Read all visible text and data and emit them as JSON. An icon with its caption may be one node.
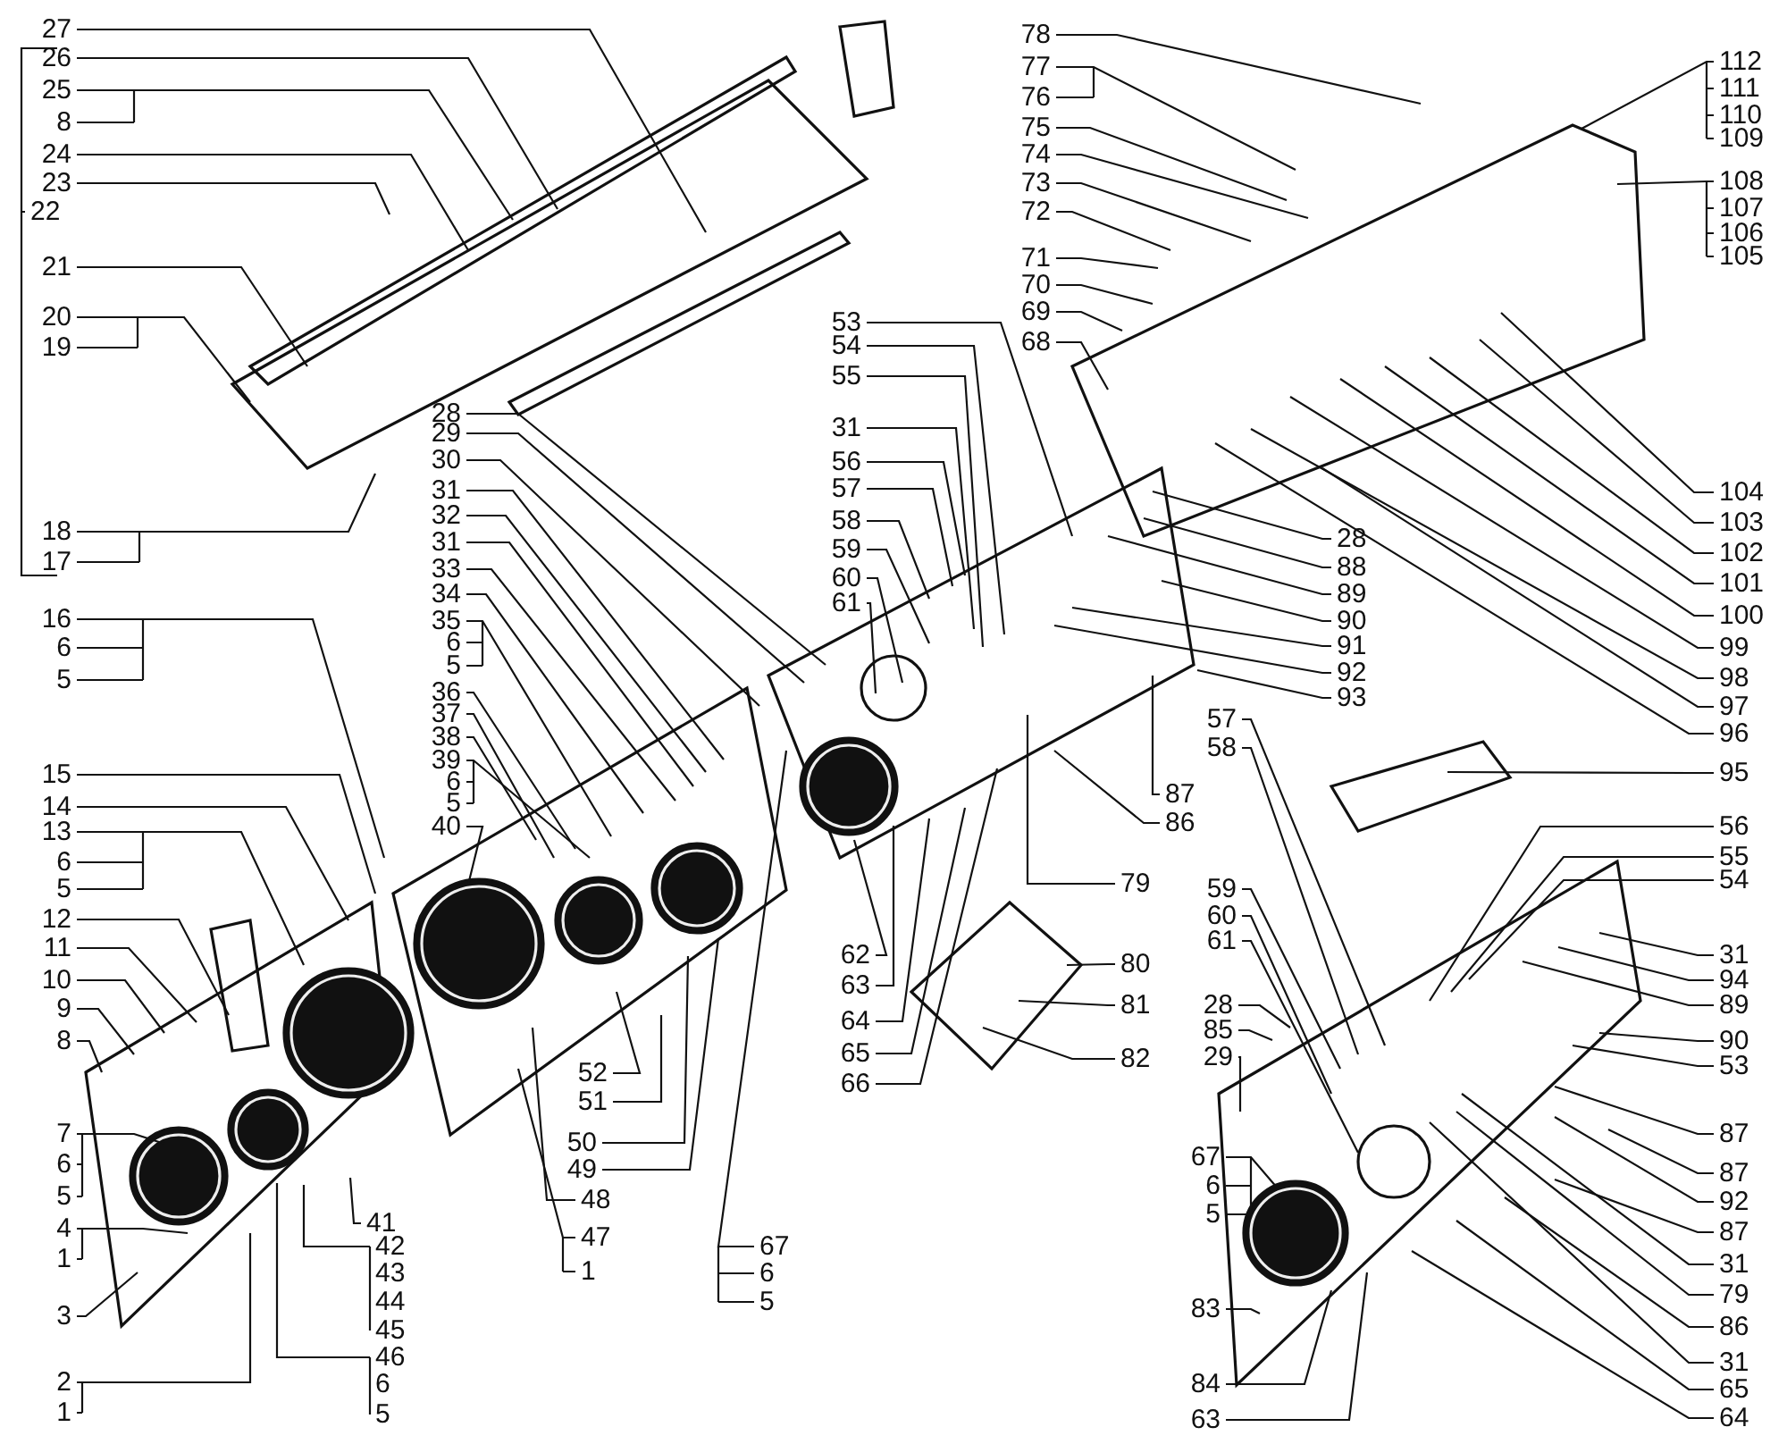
{
  "diagram": {
    "nodes": [
      {
        "text": [
          "27"
        ]
      },
      {
        "text": [
          "26"
        ]
      },
      {
        "text": [
          "25"
        ]
      },
      {
        "text": [
          "24"
        ]
      },
      {
        "text": [
          "23"
        ]
      },
      {
        "text": [
          "21"
        ]
      },
      {
        "text": [
          "20"
        ]
      },
      {
        "text": [
          "18"
        ]
      },
      {
        "text": [
          "16"
        ]
      },
      {
        "text": [
          "15"
        ]
      },
      {
        "text": [
          "14"
        ]
      },
      {
        "text": [
          "13"
        ]
      },
      {
        "text": [
          "12"
        ]
      },
      {
        "text": [
          "11"
        ]
      },
      {
        "text": [
          "10"
        ]
      },
      {
        "text": [
          "9"
        ]
      },
      {
        "text": [
          "8"
        ]
      },
      {
        "text": [
          "7"
        ]
      },
      {
        "text": [
          "4"
        ]
      },
      {
        "text": [
          "3"
        ]
      },
      {
        "text": [
          "2"
        ]
      },
      {
        "text": [
          "41"
        ]
      },
      {
        "text": [
          "42"
        ]
      },
      {
        "text": [
          "46"
        ]
      },
      {
        "text": [
          "28"
        ]
      },
      {
        "text": [
          "29"
        ]
      },
      {
        "text": [
          "30"
        ]
      },
      {
        "text": [
          "31"
        ]
      },
      {
        "text": [
          "32"
        ]
      },
      {
        "text": [
          "31"
        ]
      },
      {
        "text": [
          "33"
        ]
      },
      {
        "text": [
          "34"
        ]
      },
      {
        "text": [
          "35"
        ]
      },
      {
        "text": [
          "36"
        ]
      },
      {
        "text": [
          "37"
        ]
      },
      {
        "text": [
          "38"
        ]
      },
      {
        "text": [
          "39"
        ]
      },
      {
        "text": [
          "40"
        ]
      },
      {
        "text": [
          "47"
        ]
      },
      {
        "text": [
          "48"
        ]
      },
      {
        "text": [
          "49"
        ]
      },
      {
        "text": [
          "50"
        ]
      },
      {
        "text": [
          "51"
        ]
      },
      {
        "text": [
          "52"
        ]
      },
      {
        "text": [
          "53"
        ]
      },
      {
        "text": [
          "54"
        ]
      },
      {
        "text": [
          "55"
        ]
      },
      {
        "text": [
          "31"
        ]
      },
      {
        "text": [
          "56"
        ]
      },
      {
        "text": [
          "57"
        ]
      },
      {
        "text": [
          "58"
        ]
      },
      {
        "text": [
          "59"
        ]
      },
      {
        "text": [
          "60"
        ]
      },
      {
        "text": [
          "61"
        ]
      },
      {
        "text": [
          "62"
        ]
      },
      {
        "text": [
          "63"
        ]
      },
      {
        "text": [
          "64"
        ]
      },
      {
        "text": [
          "65"
        ]
      },
      {
        "text": [
          "66"
        ]
      },
      {
        "text": [
          "67"
        ]
      },
      {
        "text": [
          "78"
        ]
      },
      {
        "text": [
          "77"
        ]
      },
      {
        "text": [
          "75"
        ]
      },
      {
        "text": [
          "74"
        ]
      },
      {
        "text": [
          "73"
        ]
      },
      {
        "text": [
          "72"
        ]
      },
      {
        "text": [
          "71"
        ]
      },
      {
        "text": [
          "70"
        ]
      },
      {
        "text": [
          "69"
        ]
      },
      {
        "text": [
          "68"
        ]
      },
      {
        "text": [
          "112"
        ]
      },
      {
        "text": [
          "108"
        ]
      },
      {
        "text": [
          "104"
        ]
      },
      {
        "text": [
          "103"
        ]
      },
      {
        "text": [
          "102"
        ]
      },
      {
        "text": [
          "101"
        ]
      },
      {
        "text": [
          "100"
        ]
      },
      {
        "text": [
          "99"
        ]
      },
      {
        "text": [
          "98"
        ]
      },
      {
        "text": [
          "97"
        ]
      },
      {
        "text": [
          "96"
        ]
      },
      {
        "text": [
          "95"
        ]
      },
      {
        "text": [
          "28"
        ]
      },
      {
        "text": [
          "88"
        ]
      },
      {
        "text": [
          "89"
        ]
      },
      {
        "text": [
          "90"
        ]
      },
      {
        "text": [
          "91"
        ]
      },
      {
        "text": [
          "92"
        ]
      },
      {
        "text": [
          "93"
        ]
      },
      {
        "text": [
          "87"
        ]
      },
      {
        "text": [
          "86"
        ]
      },
      {
        "text": [
          "79"
        ]
      },
      {
        "text": [
          "80"
        ]
      },
      {
        "text": [
          "81"
        ]
      },
      {
        "text": [
          "82"
        ]
      },
      {
        "text": [
          "57"
        ]
      },
      {
        "text": [
          "58"
        ]
      },
      {
        "text": [
          "59"
        ]
      },
      {
        "text": [
          "60"
        ]
      },
      {
        "text": [
          "61"
        ]
      },
      {
        "text": [
          "28"
        ]
      },
      {
        "text": [
          "85"
        ]
      },
      {
        "text": [
          "29"
        ]
      },
      {
        "text": [
          "67"
        ]
      },
      {
        "text": [
          "83"
        ]
      },
      {
        "text": [
          "84"
        ]
      },
      {
        "text": [
          "63"
        ]
      },
      {
        "text": [
          "56"
        ]
      },
      {
        "text": [
          "55"
        ]
      },
      {
        "text": [
          "54"
        ]
      },
      {
        "text": [
          "31"
        ]
      },
      {
        "text": [
          "94"
        ]
      },
      {
        "text": [
          "89"
        ]
      },
      {
        "text": [
          "90"
        ]
      },
      {
        "text": [
          "53"
        ]
      },
      {
        "text": [
          "87"
        ]
      },
      {
        "text": [
          "87"
        ]
      },
      {
        "text": [
          "92"
        ]
      },
      {
        "text": [
          "87"
        ]
      },
      {
        "text": [
          "31"
        ]
      },
      {
        "text": [
          "79"
        ]
      },
      {
        "text": [
          "86"
        ]
      },
      {
        "text": [
          "31"
        ]
      },
      {
        "text": [
          "65"
        ]
      },
      {
        "text": [
          "64"
        ]
      }
    ],
    "edges": [
      {
        "from": 0,
        "to": null,
        "arrow": "none"
      },
      {
        "from": 1,
        "to": null,
        "arrow": "none"
      },
      {
        "from": 2,
        "to": null,
        "arrow": "none"
      },
      {
        "from": 3,
        "to": null,
        "arrow": "none"
      },
      {
        "from": 4,
        "to": null,
        "arrow": "none"
      },
      {
        "from": 5,
        "to": null,
        "arrow": "none"
      },
      {
        "from": 6,
        "to": null,
        "arrow": "none"
      },
      {
        "from": 7,
        "to": null,
        "arrow": "none"
      },
      {
        "from": 8,
        "to": null,
        "arrow": "none"
      },
      {
        "from": 9,
        "to": null,
        "arrow": "none"
      },
      {
        "from": 10,
        "to": null,
        "arrow": "none"
      },
      {
        "from": 11,
        "to": null,
        "arrow": "none"
      },
      {
        "from": 12,
        "to": null,
        "arrow": "none"
      },
      {
        "from": 13,
        "to": null,
        "arrow": "none"
      },
      {
        "from": 14,
        "to": null,
        "arrow": "none"
      },
      {
        "from": 15,
        "to": null,
        "arrow": "none"
      },
      {
        "from": 16,
        "to": null,
        "arrow": "none"
      },
      {
        "from": 17,
        "to": null,
        "arrow": "none"
      },
      {
        "from": 18,
        "to": null,
        "arrow": "none"
      },
      {
        "from": 19,
        "to": null,
        "arrow": "none"
      },
      {
        "from": 20,
        "to": null,
        "arrow": "none"
      },
      {
        "from": 21,
        "to": null,
        "arrow": "none"
      },
      {
        "from": 22,
        "to": null,
        "arrow": "none"
      },
      {
        "from": 23,
        "to": null,
        "arrow": "none"
      },
      {
        "from": 24,
        "to": null,
        "arrow": "none"
      },
      {
        "from": 25,
        "to": null,
        "arrow": "none"
      },
      {
        "from": 26,
        "to": null,
        "arrow": "none"
      },
      {
        "from": 27,
        "to": null,
        "arrow": "none"
      },
      {
        "from": 28,
        "to": null,
        "arrow": "none"
      },
      {
        "from": 29,
        "to": null,
        "arrow": "none"
      },
      {
        "from": 30,
        "to": null,
        "arrow": "none"
      },
      {
        "from": 31,
        "to": null,
        "arrow": "none"
      },
      {
        "from": 32,
        "to": null,
        "arrow": "none"
      },
      {
        "from": 33,
        "to": null,
        "arrow": "none"
      },
      {
        "from": 34,
        "to": null,
        "arrow": "none"
      },
      {
        "from": 35,
        "to": null,
        "arrow": "none"
      },
      {
        "from": 36,
        "to": null,
        "arrow": "none"
      },
      {
        "from": 37,
        "to": null,
        "arrow": "none"
      },
      {
        "from": 38,
        "to": null,
        "arrow": "none"
      },
      {
        "from": 39,
        "to": null,
        "arrow": "none"
      },
      {
        "from": 40,
        "to": null,
        "arrow": "none"
      },
      {
        "from": 41,
        "to": null,
        "arrow": "none"
      },
      {
        "from": 42,
        "to": null,
        "arrow": "none"
      },
      {
        "from": 43,
        "to": null,
        "arrow": "none"
      },
      {
        "from": 44,
        "to": null,
        "arrow": "none"
      },
      {
        "from": 45,
        "to": null,
        "arrow": "none"
      },
      {
        "from": 46,
        "to": null,
        "arrow": "none"
      },
      {
        "from": 47,
        "to": null,
        "arrow": "none"
      },
      {
        "from": 48,
        "to": null,
        "arrow": "none"
      },
      {
        "from": 49,
        "to": null,
        "arrow": "none"
      },
      {
        "from": 50,
        "to": null,
        "arrow": "none"
      },
      {
        "from": 51,
        "to": null,
        "arrow": "none"
      },
      {
        "from": 52,
        "to": null,
        "arrow": "none"
      },
      {
        "from": 53,
        "to": null,
        "arrow": "none"
      },
      {
        "from": 54,
        "to": null,
        "arrow": "none"
      },
      {
        "from": 55,
        "to": null,
        "arrow": "none"
      },
      {
        "from": 56,
        "to": null,
        "arrow": "none"
      },
      {
        "from": 57,
        "to": null,
        "arrow": "none"
      },
      {
        "from": 58,
        "to": null,
        "arrow": "none"
      },
      {
        "from": 59,
        "to": null,
        "arrow": "none"
      },
      {
        "from": 60,
        "to": null,
        "arrow": "none"
      },
      {
        "from": 61,
        "to": null,
        "arrow": "none"
      },
      {
        "from": 62,
        "to": null,
        "arrow": "none"
      },
      {
        "from": 63,
        "to": null,
        "arrow": "none"
      },
      {
        "from": 64,
        "to": null,
        "arrow": "none"
      },
      {
        "from": 65,
        "to": null,
        "arrow": "none"
      },
      {
        "from": 66,
        "to": null,
        "arrow": "none"
      },
      {
        "from": 67,
        "to": null,
        "arrow": "none"
      },
      {
        "from": 68,
        "to": null,
        "arrow": "none"
      },
      {
        "from": 69,
        "to": null,
        "arrow": "none"
      },
      {
        "from": 70,
        "to": null,
        "arrow": "none"
      },
      {
        "from": 71,
        "to": null,
        "arrow": "none"
      },
      {
        "from": 72,
        "to": null,
        "arrow": "none"
      },
      {
        "from": 73,
        "to": null,
        "arrow": "none"
      },
      {
        "from": 74,
        "to": null,
        "arrow": "none"
      },
      {
        "from": 75,
        "to": null,
        "arrow": "none"
      },
      {
        "from": 76,
        "to": null,
        "arrow": "none"
      },
      {
        "from": 77,
        "to": null,
        "arrow": "none"
      },
      {
        "from": 78,
        "to": null,
        "arrow": "none"
      },
      {
        "from": 79,
        "to": null,
        "arrow": "none"
      },
      {
        "from": 80,
        "to": null,
        "arrow": "none"
      },
      {
        "from": 81,
        "to": null,
        "arrow": "none"
      },
      {
        "from": 82,
        "to": null,
        "arrow": "none"
      },
      {
        "from": 83,
        "to": null,
        "arrow": "none"
      },
      {
        "from": 84,
        "to": null,
        "arrow": "none"
      },
      {
        "from": 85,
        "to": null,
        "arrow": "none"
      },
      {
        "from": 86,
        "to": null,
        "arrow": "none"
      },
      {
        "from": 87,
        "to": null,
        "arrow": "none"
      },
      {
        "from": 88,
        "to": null,
        "arrow": "none"
      },
      {
        "from": 89,
        "to": null,
        "arrow": "none"
      },
      {
        "from": 90,
        "to": null,
        "arrow": "none"
      },
      {
        "from": 91,
        "to": null,
        "arrow": "none"
      },
      {
        "from": 92,
        "to": null,
        "arrow": "none"
      },
      {
        "from": 93,
        "to": null,
        "arrow": "none"
      },
      {
        "from": 94,
        "to": null,
        "arrow": "none"
      },
      {
        "from": 95,
        "to": null,
        "arrow": "none"
      },
      {
        "from": 96,
        "to": null,
        "arrow": "none"
      },
      {
        "from": 97,
        "to": null,
        "arrow": "none"
      },
      {
        "from": 98,
        "to": null,
        "arrow": "none"
      },
      {
        "from": 99,
        "to": null,
        "arrow": "none"
      },
      {
        "from": 100,
        "to": null,
        "arrow": "none"
      },
      {
        "from": 101,
        "to": null,
        "arrow": "none"
      },
      {
        "from": 102,
        "to": null,
        "arrow": "none"
      },
      {
        "from": 103,
        "to": null,
        "arrow": "none"
      },
      {
        "from": 104,
        "to": null,
        "arrow": "none"
      },
      {
        "from": 105,
        "to": null,
        "arrow": "none"
      },
      {
        "from": 106,
        "to": null,
        "arrow": "none"
      },
      {
        "from": 107,
        "to": null,
        "arrow": "none"
      },
      {
        "from": 108,
        "to": null,
        "arrow": "none"
      },
      {
        "from": 109,
        "to": null,
        "arrow": "none"
      },
      {
        "from": 110,
        "to": null,
        "arrow": "none"
      },
      {
        "from": 111,
        "to": null,
        "arrow": "none"
      },
      {
        "from": 112,
        "to": null,
        "arrow": "none"
      },
      {
        "from": 113,
        "to": null,
        "arrow": "none"
      },
      {
        "from": 114,
        "to": null,
        "arrow": "none"
      },
      {
        "from": 115,
        "to": null,
        "arrow": "none"
      },
      {
        "from": 116,
        "to": null,
        "arrow": "none"
      },
      {
        "from": 117,
        "to": null,
        "arrow": "none"
      },
      {
        "from": 118,
        "to": null,
        "arrow": "none"
      },
      {
        "from": 119,
        "to": null,
        "arrow": "none"
      },
      {
        "from": 120,
        "to": null,
        "arrow": "none"
      },
      {
        "from": 121,
        "to": null,
        "arrow": "none"
      },
      {
        "from": 122,
        "to": null,
        "arrow": "none"
      },
      {
        "from": 123,
        "to": null,
        "arrow": "none"
      },
      {
        "from": 124,
        "to": null,
        "arrow": "none"
      }
    ],
    "labels": [
      "22",
      "8",
      "19",
      "17",
      "6",
      "5",
      "6",
      "5",
      "6",
      "5",
      "1",
      "1",
      "43",
      "44",
      "45",
      "6",
      "5",
      "6",
      "5",
      "6",
      "5",
      "1",
      "6",
      "5",
      "76",
      "111",
      "110",
      "109",
      "107",
      "106",
      "105",
      "6",
      "5"
    ]
  }
}
